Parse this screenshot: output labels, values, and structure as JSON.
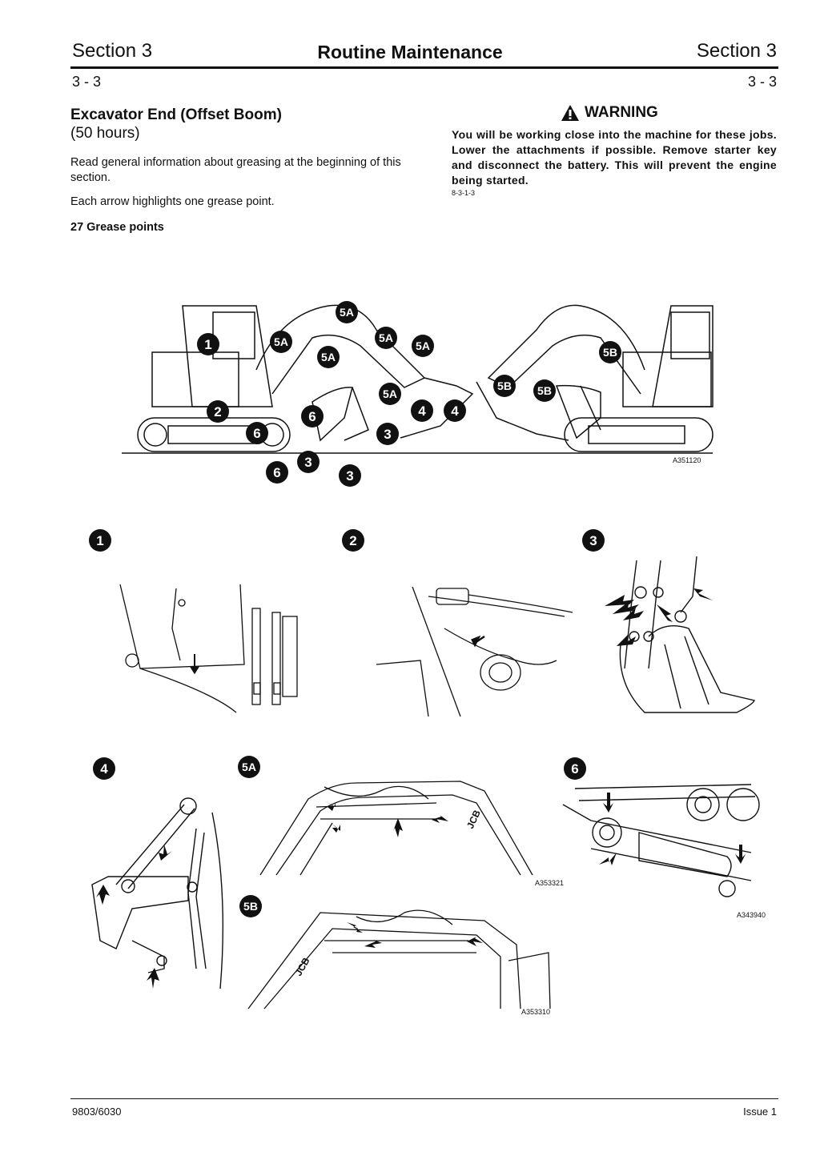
{
  "header": {
    "section_left": "Section 3",
    "title": "Routine Maintenance",
    "section_right": "Section 3",
    "page_left": "3 - 3",
    "page_right": "3 - 3"
  },
  "content": {
    "title": "Excavator End (Offset Boom)",
    "subtitle": "(50 hours)",
    "para1": "Read general information about greasing at the beginning of this section.",
    "para2": "Each arrow highlights one grease point.",
    "count": "27 Grease points"
  },
  "warning": {
    "title": "WARNING",
    "body": "You will be working close into the machine for these jobs. Lower the attachments if possible. Remove starter key and disconnect the battery. This will prevent the engine being started.",
    "ref": "8-3-1-3"
  },
  "figures": {
    "overview_ref": "A351120",
    "ref_5a": "A353321",
    "ref_5b": "A353310",
    "ref_6": "A343940"
  },
  "callouts": {
    "c1": "1",
    "c2": "2",
    "c3": "3",
    "c4": "4",
    "c5a": "5A",
    "c5b": "5B",
    "c6": "6"
  },
  "footer": {
    "doc_no": "9803/6030",
    "issue": "Issue 1"
  }
}
